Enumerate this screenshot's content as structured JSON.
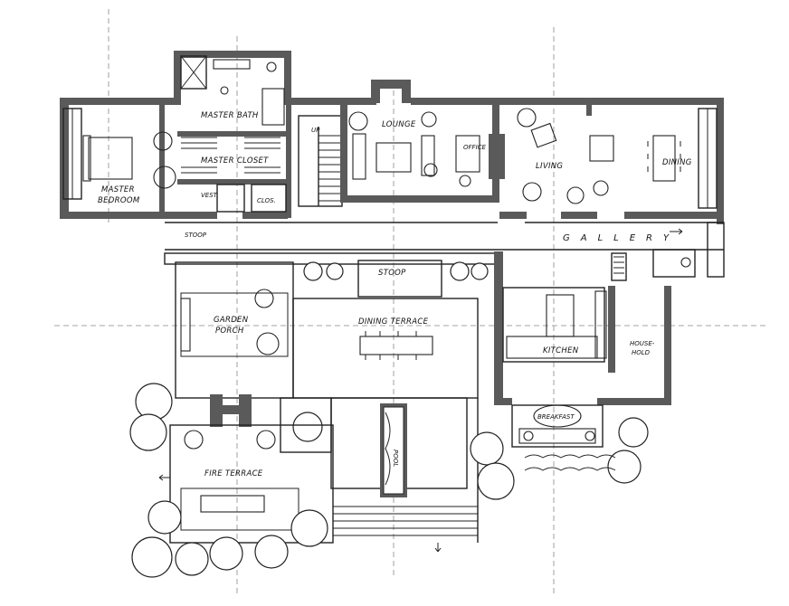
{
  "labels": {
    "master_bath": "MASTER BATH",
    "master_closet": "MASTER CLOSET",
    "master_bedroom_1": "MASTER",
    "master_bedroom_2": "BEDROOM",
    "vest": "VEST.",
    "clos": "CLOS.",
    "up": "UP",
    "lounge": "LOUNGE",
    "office": "OFFICE",
    "living": "LIVING",
    "dining": "DINING",
    "gallery": "GALLERY",
    "stoop_small": "STOOP",
    "stoop": "STOOP",
    "garden_porch_1": "GARDEN",
    "garden_porch_2": "PORCH",
    "dining_terrace": "DINING TERRACE",
    "kitchen": "KITCHEN",
    "household_1": "HOUSE-",
    "household_2": "HOLD",
    "breakfast": "BREAKFAST",
    "fire_terrace": "FIRE TERRACE",
    "pool": "POOL"
  }
}
